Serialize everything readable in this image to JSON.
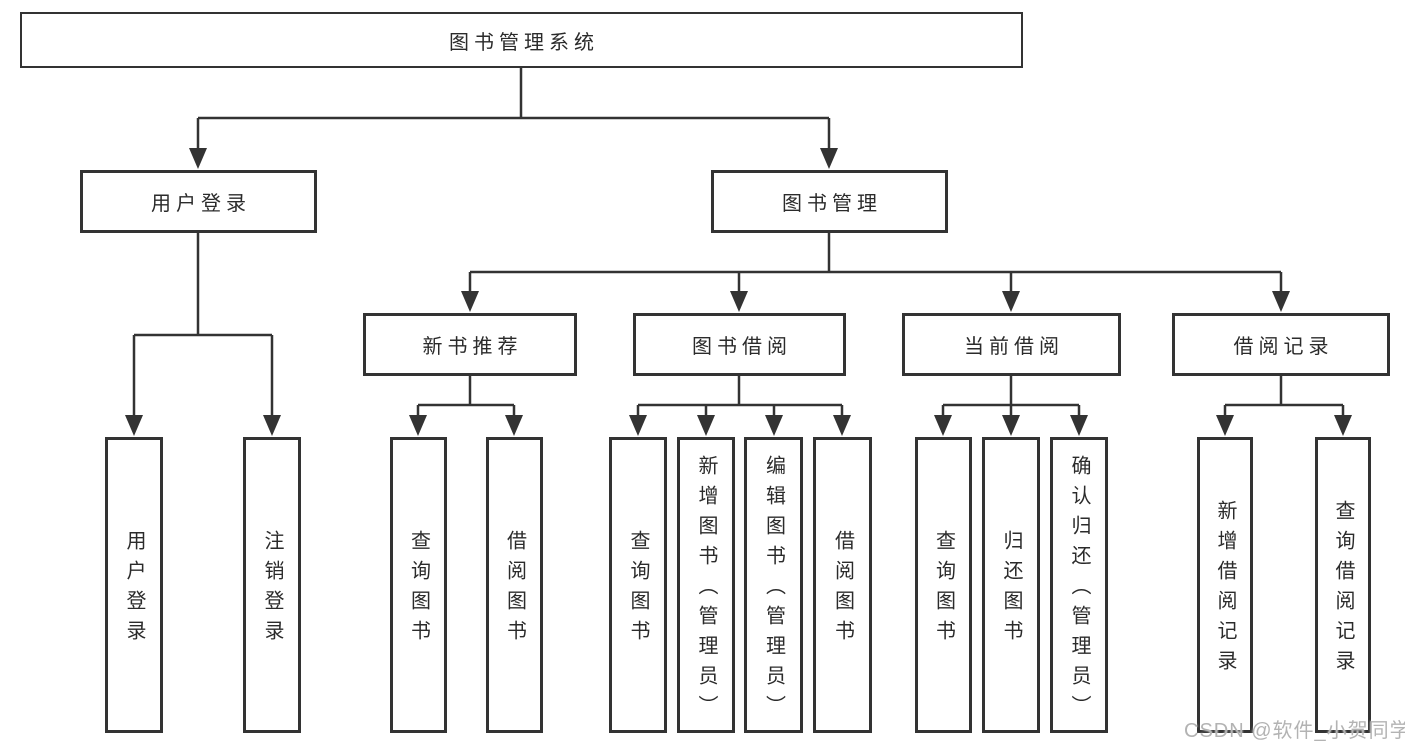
{
  "diagram": {
    "title": "图书管理系统",
    "watermark": "CSDN @软件_小贺同学",
    "colors": {
      "line": "#333333",
      "text": "#2b2b2b",
      "background": "#ffffff",
      "watermark": "#b3b3b3"
    },
    "root": {
      "label": "图书管理系统",
      "children": [
        {
          "label": "用户登录",
          "children": [
            {
              "label": "用户登录"
            },
            {
              "label": "注销登录"
            }
          ]
        },
        {
          "label": "图书管理",
          "children": [
            {
              "label": "新书推荐",
              "children": [
                {
                  "label": "查询图书"
                },
                {
                  "label": "借阅图书"
                }
              ]
            },
            {
              "label": "图书借阅",
              "children": [
                {
                  "label": "查询图书"
                },
                {
                  "label": "新增图书（管理员）"
                },
                {
                  "label": "编辑图书（管理员）"
                },
                {
                  "label": "借阅图书"
                }
              ]
            },
            {
              "label": "当前借阅",
              "children": [
                {
                  "label": "查询图书"
                },
                {
                  "label": "归还图书"
                },
                {
                  "label": "确认归还（管理员）"
                }
              ]
            },
            {
              "label": "借阅记录",
              "children": [
                {
                  "label": "新增借阅记录"
                },
                {
                  "label": "查询借阅记录"
                }
              ]
            }
          ]
        }
      ]
    }
  }
}
